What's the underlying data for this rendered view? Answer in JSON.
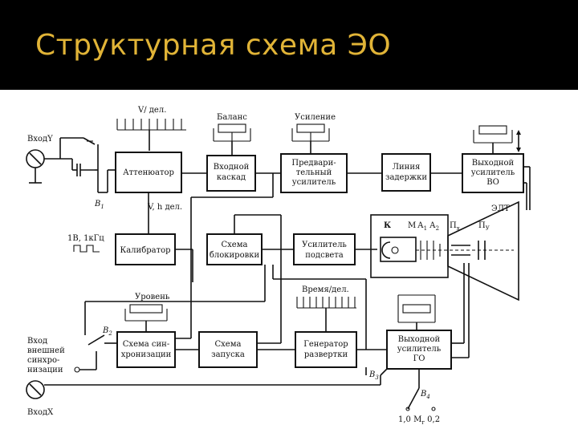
{
  "title": "Структурная схема ЭО",
  "colors": {
    "background": "#000000",
    "title": "#e1b437",
    "diagram_bg": "#ffffff",
    "ink": "#111111"
  },
  "blocks": {
    "attenuator": "Аттенюатор",
    "input_stage": [
      "Входной",
      "каскад"
    ],
    "preamp": [
      "Предвари-",
      "тельный",
      "усилитель"
    ],
    "delay_line": [
      "Линия",
      "задержки"
    ],
    "output_amp_v": [
      "Выходной",
      "усилитель",
      "ВО"
    ],
    "calibrator": "Калибратор",
    "blocking": [
      "Схема",
      "блокировки"
    ],
    "intensity_amp": [
      "Усилитель",
      "подсвета"
    ],
    "sync": [
      "Схема син-",
      "хронизации"
    ],
    "trigger": [
      "Схема",
      "запуска"
    ],
    "sweep_gen": [
      "Генератор",
      "развертки"
    ],
    "output_amp_h": [
      "Выходной",
      "усилитель",
      "ГО"
    ]
  },
  "labels": {
    "v_div": "V/ дел.",
    "balance": "Баланс",
    "gain": "Усиление",
    "input_y": "ВходY",
    "b1": "В",
    "b1_sub": "1",
    "v_h_div": "V, h дел.",
    "cal_signal": "1В, 1кГц",
    "crt": "ЭЛТ",
    "k": "К",
    "m": "М",
    "a1": "А",
    "a1_sub": "1",
    "a2": "А",
    "a2_sub": "2",
    "px": "П",
    "px_sub": "х",
    "py": "П",
    "py_sub": "У",
    "level": "Уровень",
    "time_div": "Время/дел.",
    "b2": "В",
    "b2_sub": "2",
    "ext_sync": [
      "Вход",
      "внешней",
      "синхро-",
      "низации"
    ],
    "b3": "В",
    "b3_sub": "3",
    "b4": "В",
    "b4_sub": "4",
    "mx_values": "1,0 М",
    "mx_sub": "г",
    "mx_tail": " 0,2",
    "input_x": "ВходX"
  }
}
